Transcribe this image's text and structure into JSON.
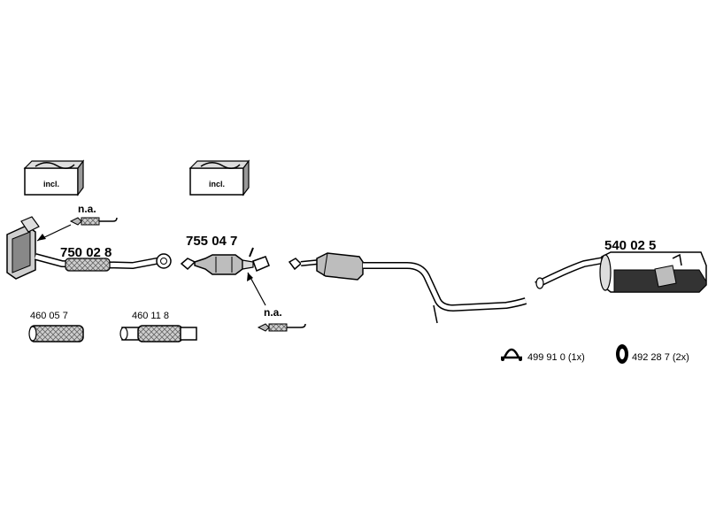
{
  "labels": {
    "incl_1": "incl.",
    "incl_2": "incl.",
    "na_1": "n.a.",
    "na_2": "n.a.",
    "part_750028": "750 02 8",
    "part_755047": "755 04 7",
    "part_540025": "540 02 5",
    "part_460057": "460 05 7",
    "part_460118": "460 11 8",
    "clamp_part": "499 91 0 (1x)",
    "mount_part": "492 28 7 (2x)"
  },
  "colors": {
    "line": "#000000",
    "fill_grey": "#bdbdbd",
    "fill_dark": "#333333"
  }
}
